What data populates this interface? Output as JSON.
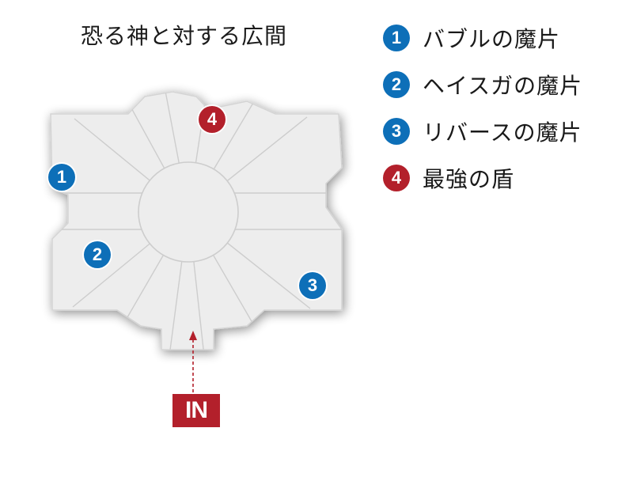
{
  "title": "恐る神と対する広間",
  "entrance_label": "IN",
  "colors": {
    "blue": "#0d6fb8",
    "red": "#b3202b",
    "floor": "#ededed",
    "floor_line": "#c9c9c9"
  },
  "legend": [
    {
      "num": "1",
      "label": "バブルの魔片",
      "color": "blue"
    },
    {
      "num": "2",
      "label": "ヘイスガの魔片",
      "color": "blue"
    },
    {
      "num": "3",
      "label": "リバースの魔片",
      "color": "blue"
    },
    {
      "num": "4",
      "label": "最強の盾",
      "color": "red"
    }
  ],
  "markers": [
    {
      "num": "1",
      "color": "blue"
    },
    {
      "num": "2",
      "color": "blue"
    },
    {
      "num": "3",
      "color": "blue"
    },
    {
      "num": "4",
      "color": "red"
    }
  ]
}
